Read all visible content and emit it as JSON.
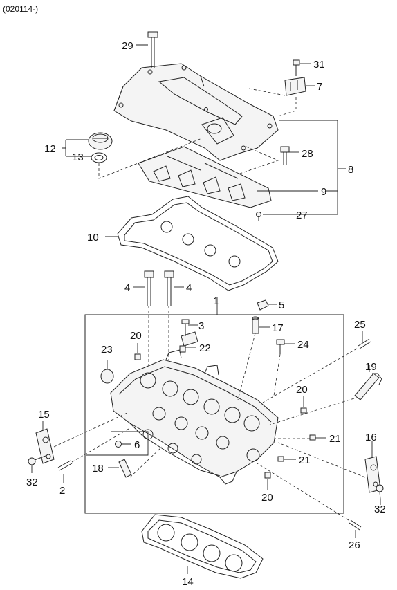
{
  "header": {
    "code": "(020114-)"
  },
  "callouts": [
    {
      "key": "c29",
      "text": "29"
    },
    {
      "key": "c31",
      "text": "31"
    },
    {
      "key": "c7",
      "text": "7"
    },
    {
      "key": "c12",
      "text": "12"
    },
    {
      "key": "c13",
      "text": "13"
    },
    {
      "key": "c28",
      "text": "28"
    },
    {
      "key": "c8",
      "text": "8"
    },
    {
      "key": "c9",
      "text": "9"
    },
    {
      "key": "c27",
      "text": "27"
    },
    {
      "key": "c10",
      "text": "10"
    },
    {
      "key": "c4a",
      "text": "4"
    },
    {
      "key": "c4b",
      "text": "4"
    },
    {
      "key": "c1",
      "text": "1"
    },
    {
      "key": "c5",
      "text": "5"
    },
    {
      "key": "c3",
      "text": "3"
    },
    {
      "key": "c17",
      "text": "17"
    },
    {
      "key": "c25",
      "text": "25"
    },
    {
      "key": "c20a",
      "text": "20"
    },
    {
      "key": "c22",
      "text": "22"
    },
    {
      "key": "c24",
      "text": "24"
    },
    {
      "key": "c23",
      "text": "23"
    },
    {
      "key": "c19",
      "text": "19"
    },
    {
      "key": "c20b",
      "text": "20"
    },
    {
      "key": "c15",
      "text": "15"
    },
    {
      "key": "c21a",
      "text": "21"
    },
    {
      "key": "c6",
      "text": "6"
    },
    {
      "key": "c16",
      "text": "16"
    },
    {
      "key": "c21b",
      "text": "21"
    },
    {
      "key": "c18",
      "text": "18"
    },
    {
      "key": "c32a",
      "text": "32"
    },
    {
      "key": "c2",
      "text": "2"
    },
    {
      "key": "c32b",
      "text": "32"
    },
    {
      "key": "c20c",
      "text": "20"
    },
    {
      "key": "c26",
      "text": "26"
    },
    {
      "key": "c14",
      "text": "14"
    }
  ]
}
